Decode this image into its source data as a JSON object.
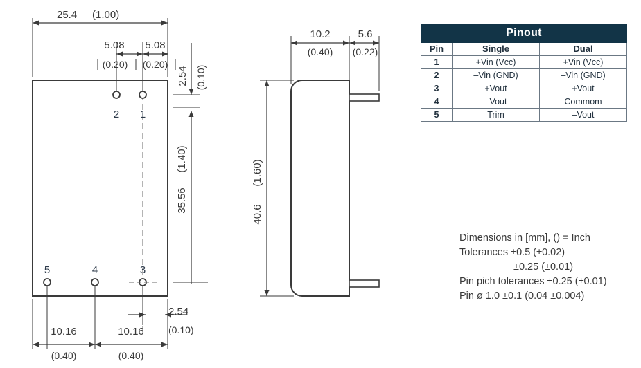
{
  "figure": {
    "title": "Mechanical outline drawing with pinout",
    "views": {
      "front": {
        "name": "front-view",
        "dimensions": {
          "overall_width": {
            "mm": "25.4",
            "inch": "(1.00)"
          },
          "pin_pitch_left": {
            "mm": "5.08",
            "inch": "(0.20)"
          },
          "pin_pitch_right": {
            "mm": "5.08",
            "inch": "(0.20)"
          },
          "top_offset": {
            "mm": "2.54",
            "inch": "(0.10)"
          },
          "body_height": {
            "mm": "35.56",
            "inch": "(1.40)"
          },
          "bottom_pitch_left": {
            "mm": "10.16",
            "inch": "(0.40)"
          },
          "bottom_pitch_right": {
            "mm": "10.16",
            "inch": "(0.40)"
          },
          "bottom_offset": {
            "mm": "2.54",
            "inch": "(0.10)"
          }
        },
        "pin_numbers": [
          "1",
          "2",
          "3",
          "4",
          "5"
        ]
      },
      "side": {
        "name": "side-view",
        "dimensions": {
          "body_depth": {
            "mm": "10.2",
            "inch": "(0.40)"
          },
          "pin_length": {
            "mm": "5.6",
            "inch": "(0.22)"
          },
          "overall_height": {
            "mm": "40.6",
            "inch": "(1.60)"
          }
        }
      }
    }
  },
  "pinout": {
    "title": "Pinout",
    "headers": [
      "Pin",
      "Single",
      "Dual"
    ],
    "rows": [
      {
        "pin": "1",
        "single": "+Vin (Vcc)",
        "dual": "+Vin (Vcc)"
      },
      {
        "pin": "2",
        "single": "–Vin (GND)",
        "dual": "–Vin (GND)"
      },
      {
        "pin": "3",
        "single": "+Vout",
        "dual": "+Vout"
      },
      {
        "pin": "4",
        "single": "–Vout",
        "dual": "Commom"
      },
      {
        "pin": "5",
        "single": "Trim",
        "dual": "–Vout"
      }
    ]
  },
  "notes": {
    "line1": "Dimensions in [mm], () = Inch",
    "line2": "Tolerances  ±0.5 (±0.02)",
    "line3": "±0.25 (±0.01)",
    "line4": "Pin pich tolerances ±0.25 (±0.01)",
    "line5": "Pin ø 1.0 ±0.1 (0.04 ±0.004)"
  },
  "colors": {
    "header_bg": "#123447",
    "line": "#3a3a3a",
    "text": "#3a3a3a",
    "table_border": "#6b7884",
    "background": "#ffffff"
  }
}
